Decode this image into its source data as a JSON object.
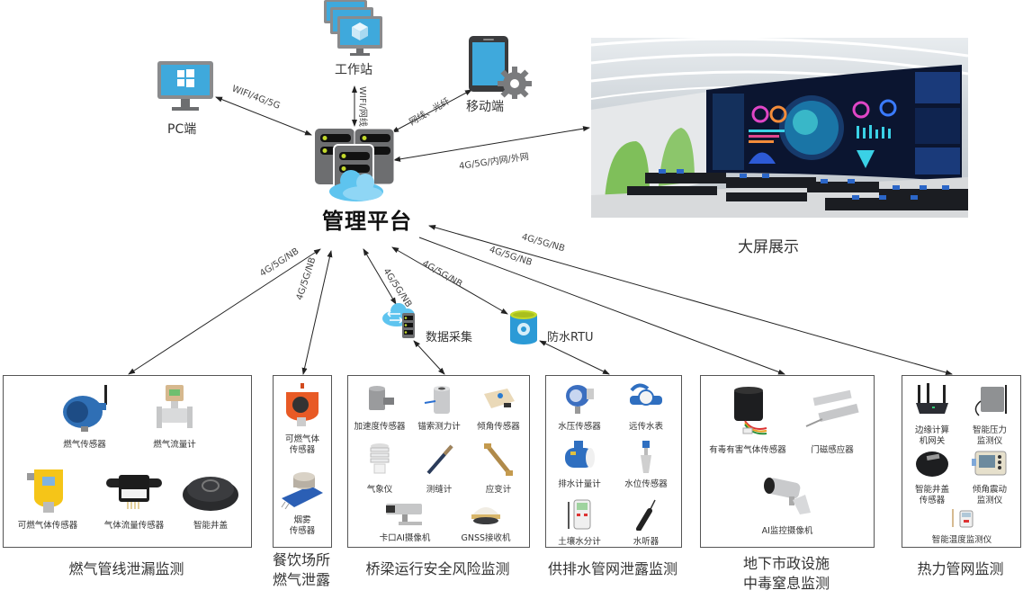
{
  "platform": {
    "title": "管理平台",
    "icon": "server-cloud-icon"
  },
  "clients": [
    {
      "id": "pc",
      "label": "PC端",
      "icon": "windows-monitor-icon",
      "link_label": "WIFI/4G/5G"
    },
    {
      "id": "workstation",
      "label": "工作站",
      "icon": "workstation-monitors-icon",
      "link_label": "WIFI/网线"
    },
    {
      "id": "mobile",
      "label": "移动端",
      "icon": "mobile-gear-icon",
      "link_label": "网线、光纤"
    },
    {
      "id": "bigscreen",
      "label": "大屏展示",
      "icon": "control-room-image",
      "link_label": "4G/5G/内网/外网"
    }
  ],
  "gateways": [
    {
      "id": "data-collect",
      "label": "数据采集",
      "icon": "cloud-server-icon",
      "link_label": "4G/5G/NB"
    },
    {
      "id": "rtu",
      "label": "防水RTU",
      "icon": "database-gear-icon",
      "link_label": "4G/5G/NB"
    }
  ],
  "links_to_platform": {
    "gas_pipeline": "4G/5G/NB",
    "catering": "4G/5G/NB",
    "underground": "4G/5G/NB",
    "heating": "4G/5G/NB"
  },
  "groups": [
    {
      "id": "gas-pipeline",
      "caption": "燃气管线泄漏监测",
      "devices": [
        "燃气传感器",
        "燃气流量计",
        "可燃气体传感器",
        "气体流量传感器",
        "智能井盖"
      ]
    },
    {
      "id": "catering",
      "caption": "餐饮场所\n燃气泄露",
      "caption_lines": [
        "餐饮场所",
        "燃气泄露"
      ],
      "devices": [
        "可燃气体\n传感器",
        "烟雾\n传感器"
      ],
      "device_lines": [
        [
          "可燃气体",
          "传感器"
        ],
        [
          "烟雾",
          "传感器"
        ]
      ]
    },
    {
      "id": "bridge",
      "caption": "桥梁运行安全风险监测",
      "devices": [
        "加速度传感器",
        "锚索测力计",
        "倾角传感器",
        "气象仪",
        "测缝计",
        "应变计",
        "卡口AI摄像机",
        "GNSS接收机"
      ]
    },
    {
      "id": "water",
      "caption": "供排水管网泄露监测",
      "devices": [
        "水压传感器",
        "远传水表",
        "排水计量计",
        "水位传感器",
        "土壤水分计",
        "水听器"
      ]
    },
    {
      "id": "underground",
      "caption": "地下市政设施\n中毒窒息监测",
      "caption_lines": [
        "地下市政设施",
        "中毒窒息监测"
      ],
      "devices": [
        "有毒有害气体传感器",
        "门磁感应器",
        "AI监控摄像机"
      ]
    },
    {
      "id": "heating",
      "caption": "热力管网监测",
      "devices": [
        "边缘计算\n机网关",
        "智能压力\n监测仪",
        "智能井盖\n传感器",
        "倾角震动\n监测仪",
        "智能温度监测仪"
      ],
      "device_lines": [
        [
          "边缘计算",
          "机网关"
        ],
        [
          "智能压力",
          "监测仪"
        ],
        [
          "智能井盖",
          "传感器"
        ],
        [
          "倾角震动",
          "监测仪"
        ],
        [
          "智能温度监测仪"
        ]
      ]
    }
  ],
  "colors": {
    "icon_blue": "#3fa9dc",
    "icon_gray": "#6d6e70",
    "led_green": "#c3d92b",
    "cloud_blue": "#5ec4ef",
    "line": "#222222"
  }
}
